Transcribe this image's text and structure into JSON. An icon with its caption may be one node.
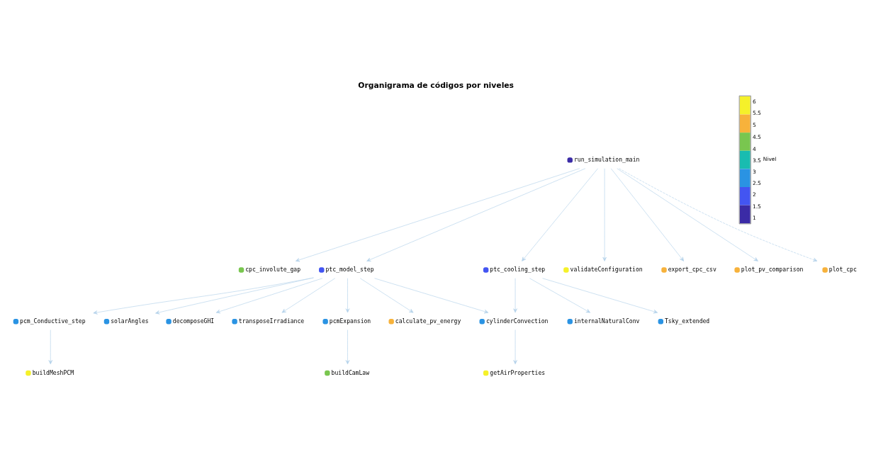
{
  "diagram": {
    "title": "Organigrama de códigos por niveles",
    "nodes": [
      {
        "text": [
          "run_simulation_main"
        ]
      },
      {
        "text": [
          "cpc_involute_gap"
        ]
      },
      {
        "text": [
          "ptc_model_step"
        ]
      },
      {
        "text": [
          "ptc_cooling_step"
        ]
      },
      {
        "text": [
          "validateConfiguration"
        ]
      },
      {
        "text": [
          "export_cpc_csv"
        ]
      },
      {
        "text": [
          "plot_pv_comparison"
        ]
      },
      {
        "text": [
          "plot_cpc"
        ]
      },
      {
        "text": [
          "pcm_Conductive_step"
        ]
      },
      {
        "text": [
          "solarAngles"
        ]
      },
      {
        "text": [
          "decomposeGHI"
        ]
      },
      {
        "text": [
          "transposeIrradiance"
        ]
      },
      {
        "text": [
          "pcmExpansion"
        ]
      },
      {
        "text": [
          "calculate_pv_energy"
        ]
      },
      {
        "text": [
          "cylinderConvection"
        ]
      },
      {
        "text": [
          "internalNaturalConv"
        ]
      },
      {
        "text": [
          "Tsky_extended"
        ]
      },
      {
        "text": [
          "buildMeshPCM"
        ]
      },
      {
        "text": [
          "buildCamLaw"
        ]
      },
      {
        "text": [
          "getAirProperties"
        ]
      }
    ],
    "edges": [
      {
        "from": 0,
        "to": 1,
        "arrow": "to"
      },
      {
        "from": 0,
        "to": 2,
        "arrow": "to"
      },
      {
        "from": 0,
        "to": 3,
        "arrow": "to"
      },
      {
        "from": 0,
        "to": 4,
        "arrow": "to"
      },
      {
        "from": 0,
        "to": 5,
        "arrow": "to"
      },
      {
        "from": 0,
        "to": 6,
        "arrow": "to"
      },
      {
        "from": 0,
        "to": 7,
        "arrow": "to",
        "style": "dashed"
      },
      {
        "from": 2,
        "to": 8,
        "arrow": "to"
      },
      {
        "from": 2,
        "to": 9,
        "arrow": "to"
      },
      {
        "from": 2,
        "to": 10,
        "arrow": "to"
      },
      {
        "from": 2,
        "to": 11,
        "arrow": "to"
      },
      {
        "from": 2,
        "to": 12,
        "arrow": "to"
      },
      {
        "from": 2,
        "to": 13,
        "arrow": "to"
      },
      {
        "from": 2,
        "to": 14,
        "arrow": "to"
      },
      {
        "from": 3,
        "to": 14,
        "arrow": "to"
      },
      {
        "from": 3,
        "to": 15,
        "arrow": "to"
      },
      {
        "from": 3,
        "to": 16,
        "arrow": "to"
      },
      {
        "from": 8,
        "to": 17,
        "arrow": "to"
      },
      {
        "from": 12,
        "to": 18,
        "arrow": "to"
      },
      {
        "from": 14,
        "to": 19,
        "arrow": "to"
      }
    ],
    "labels": [
      "6",
      "5.5",
      "5",
      "4.5",
      "4",
      "3.5",
      "3",
      "2.5",
      "2",
      "1.5",
      "1",
      "Nivel"
    ]
  }
}
